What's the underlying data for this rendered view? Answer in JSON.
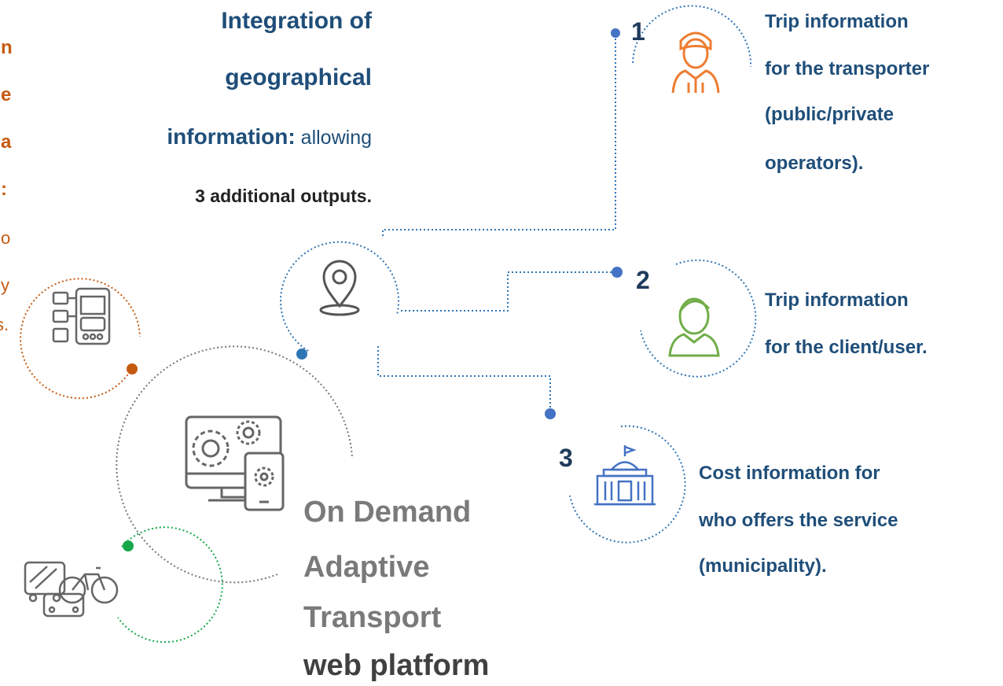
{
  "palette": {
    "blue_dark": "#1f4e79",
    "dot_blue": "#4472c4",
    "line_blue": "#2e75b6",
    "orange": "#c55a11",
    "orange_icon": "#ed7d31",
    "green": "#70ad47",
    "green_dot": "#17a84a",
    "grey": "#7a7a7a"
  },
  "left_cut_text": {
    "lines": [
      "n",
      "e",
      "a",
      ":",
      "o",
      "y",
      "s."
    ]
  },
  "intro": {
    "line1": "Integration of",
    "line2": "geographical",
    "line3_bold": "information:",
    "line3_rest": " allowing",
    "line4": "3 additional outputs."
  },
  "hub": {
    "icon": "location-pin-icon",
    "title_line1": "On Demand",
    "title_line2": "Adaptive",
    "title_line3": "Transport",
    "title_line4": "web platform",
    "center_icon": "computer-gears-icon"
  },
  "side_icons": [
    {
      "name": "mobile-app-icon"
    },
    {
      "name": "vehicles-icon"
    }
  ],
  "outputs": [
    {
      "number": "1",
      "icon": "person-orange-icon",
      "lines": [
        "Trip information",
        "for the transporter",
        "(public/private",
        "operators)."
      ]
    },
    {
      "number": "2",
      "icon": "person-green-icon",
      "lines": [
        "Trip information",
        "for the client/user."
      ]
    },
    {
      "number": "3",
      "icon": "government-building-icon",
      "lines": [
        "Cost information for",
        "who offers the service",
        "(municipality)."
      ]
    }
  ]
}
